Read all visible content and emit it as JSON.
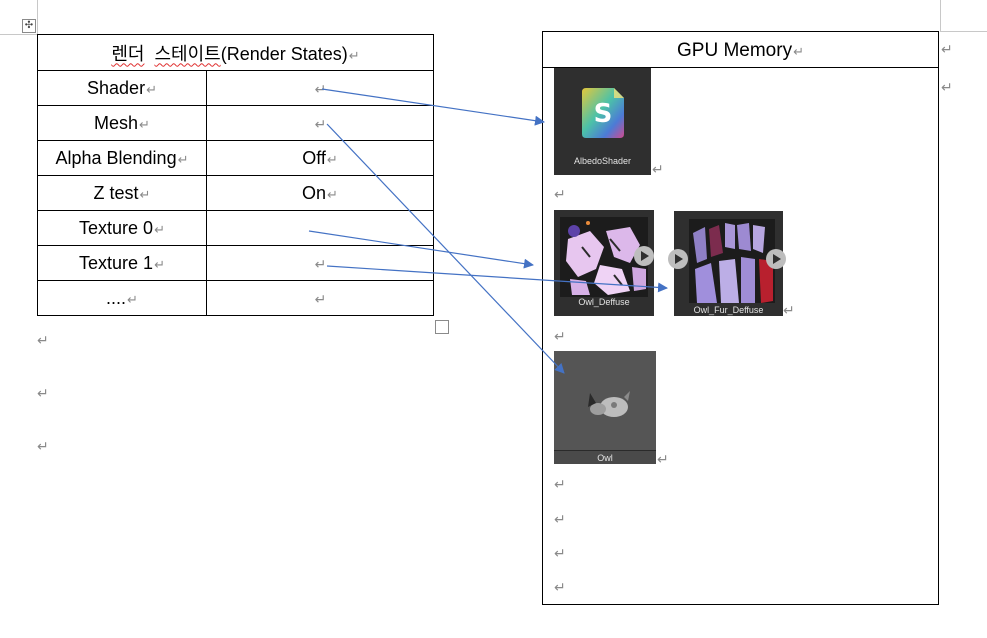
{
  "page": {
    "paragraph_mark": "↵",
    "move_handle_icon": "✣"
  },
  "table": {
    "title_ko": "렌더 스테이트",
    "title_ko_part1": "렌더",
    "title_ko_part2": "스테이트",
    "title_en": "(Render States)",
    "rows": [
      {
        "label": "Shader",
        "value": ""
      },
      {
        "label": "Mesh",
        "value": ""
      },
      {
        "label": "Alpha Blending",
        "value": "Off"
      },
      {
        "label": "Z test",
        "value": "On"
      },
      {
        "label": "Texture 0",
        "value": ""
      },
      {
        "label": "Texture 1",
        "value": ""
      },
      {
        "label": "....",
        "value": ""
      }
    ]
  },
  "gpu": {
    "title": "GPU Memory",
    "assets": [
      {
        "name": "AlbedoShader",
        "type": "shader",
        "icon": "shader-s-icon",
        "letter": "S"
      },
      {
        "name": "Owl_Deffuse",
        "type": "texture"
      },
      {
        "name": "Owl_Fur_Deffuse",
        "type": "texture"
      },
      {
        "name": "Owl",
        "type": "mesh"
      }
    ]
  },
  "colors": {
    "arrow": "#4472c4",
    "thumb_bg": "#2f2f2f",
    "mesh_bg": "#4a4a4a"
  }
}
